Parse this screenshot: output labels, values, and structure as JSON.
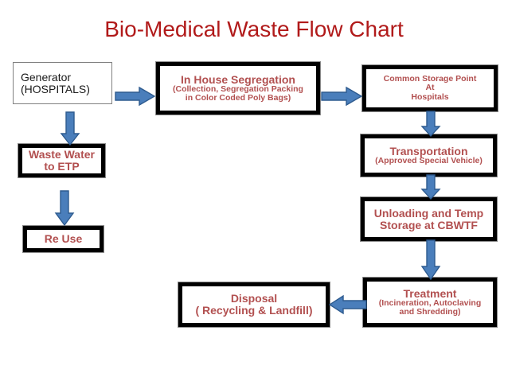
{
  "title": "Bio-Medical Waste Flow Chart",
  "colors": {
    "title_red": "#B11A1A",
    "node_text_red": "#B25050",
    "node_border": "#000000",
    "arrow_fill": "#4A7EBB",
    "arrow_stroke": "#2E5B8F",
    "generator_border": "#808080",
    "generator_text": "#1A1A1A",
    "background": "#FFFFFF"
  },
  "nodes": {
    "generator": {
      "line1": "Generator",
      "line2": "(HOSPITALS)"
    },
    "in_house_segregation": {
      "line1": "In House Segregation",
      "line2": "(Collection, Segregation Packing",
      "line3": "in Color Coded Poly Bags)"
    },
    "common_storage": {
      "line1": "Common Storage Point",
      "line2": "At",
      "line3": "Hospitals"
    },
    "waste_water": {
      "line1": "Waste Water",
      "line2": "to ETP"
    },
    "re_use": {
      "line1": "Re Use"
    },
    "transportation": {
      "line1": "Transportation",
      "line2": "(Approved Special Vehicle)"
    },
    "unloading": {
      "line1": "Unloading and Temp",
      "line2": "Storage at  CBWTF"
    },
    "treatment": {
      "line1": "Treatment",
      "line2": "(Incineration, Autoclaving",
      "line3": "and Shredding)"
    },
    "disposal": {
      "line1": "Disposal",
      "line2": "( Recycling & Landfill)"
    }
  },
  "arrows": [
    {
      "name": "generator-to-segregation",
      "direction": "right"
    },
    {
      "name": "segregation-to-common-storage",
      "direction": "right"
    },
    {
      "name": "generator-to-waste-water",
      "direction": "down"
    },
    {
      "name": "waste-water-to-re-use",
      "direction": "down"
    },
    {
      "name": "common-storage-to-transportation",
      "direction": "down"
    },
    {
      "name": "transportation-to-unloading",
      "direction": "down"
    },
    {
      "name": "unloading-to-treatment",
      "direction": "down"
    },
    {
      "name": "treatment-to-disposal",
      "direction": "left"
    }
  ]
}
